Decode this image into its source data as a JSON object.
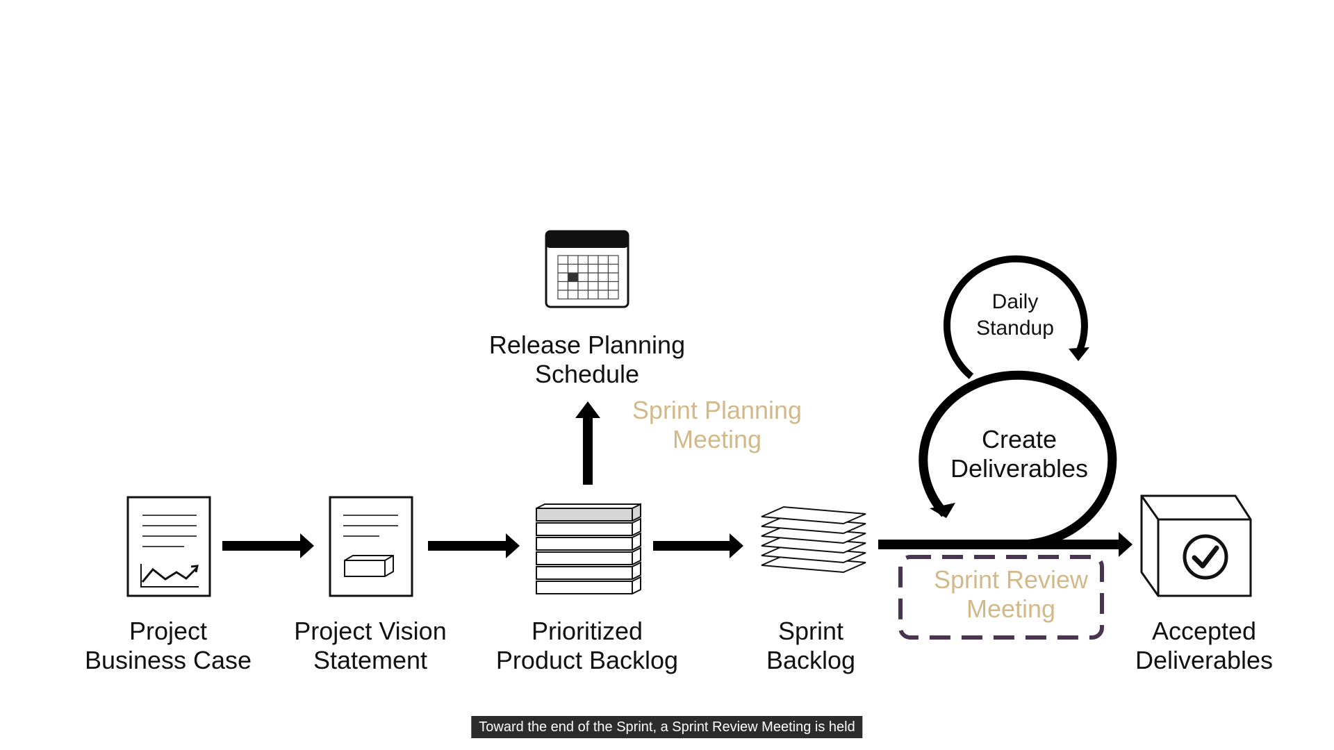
{
  "diagram": {
    "nodes": [
      {
        "id": "business-case",
        "label": [
          "Project",
          "Business Case"
        ],
        "icon": "document-chart-icon"
      },
      {
        "id": "vision-statement",
        "label": [
          "Project Vision",
          "Statement"
        ],
        "icon": "document-box-icon"
      },
      {
        "id": "product-backlog",
        "label": [
          "Prioritized",
          "Product Backlog"
        ],
        "icon": "stacked-backlog-icon"
      },
      {
        "id": "sprint-backlog",
        "label": [
          "Sprint",
          "Backlog"
        ],
        "icon": "stacked-sheets-icon"
      },
      {
        "id": "accepted-deliverables",
        "label": [
          "Accepted",
          "Deliverables"
        ],
        "icon": "checkmark-box-icon"
      },
      {
        "id": "release-planning",
        "label": [
          "Release Planning",
          "Schedule"
        ],
        "icon": "calendar-icon"
      },
      {
        "id": "create-deliverables",
        "label": [
          "Create",
          "Deliverables"
        ],
        "icon": "loop-arrow-icon"
      },
      {
        "id": "daily-standup",
        "label": [
          "Daily",
          "Standup"
        ],
        "icon": "loop-arrow-icon"
      }
    ],
    "meetings": {
      "sprint_planning": [
        "Sprint Planning",
        "Meeting"
      ],
      "sprint_review": [
        "Sprint Review",
        "Meeting"
      ]
    },
    "edges": [
      {
        "from": "business-case",
        "to": "vision-statement"
      },
      {
        "from": "vision-statement",
        "to": "product-backlog"
      },
      {
        "from": "product-backlog",
        "to": "sprint-backlog"
      },
      {
        "from": "product-backlog",
        "to": "release-planning"
      },
      {
        "from": "sprint-backlog",
        "to": "accepted-deliverables"
      }
    ],
    "colors": {
      "meeting_text": "#d3b98a",
      "review_border": "#4a3550",
      "ink": "#111111"
    }
  },
  "caption": "Toward the end of the Sprint, a Sprint Review Meeting is held"
}
